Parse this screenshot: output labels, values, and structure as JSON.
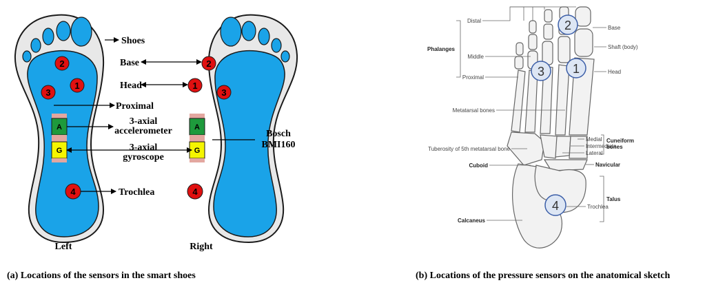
{
  "panel_a": {
    "caption": "(a) Locations of the sensors in the smart shoes",
    "label_left": "Left",
    "label_right": "Right",
    "callouts": {
      "shoes": "Shoes",
      "base": "Base",
      "head": "Head",
      "proximal": "Proximal",
      "accel_line1": "3-axial",
      "accel_line2": "accelerometer",
      "gyro_line1": "3-axial",
      "gyro_line2": "gyroscope",
      "trochlea": "Trochlea",
      "imu_line1": "Bosch",
      "imu_line2": "BMI160"
    },
    "chips": {
      "accelerometer": "A",
      "gyroscope": "G"
    },
    "sensor_numbers": {
      "s1": "1",
      "s2": "2",
      "s3": "3",
      "s4": "4"
    },
    "colors": {
      "shoe_fill": "#e8e8e8",
      "sole_fill": "#1aa3e8",
      "sensor_fill": "#e01010",
      "accel_fill": "#1e9a3c",
      "gyro_fill": "#f5f500",
      "spacer_fill": "#e3a7a0"
    }
  },
  "panel_b": {
    "caption": "(b) Locations of the pressure sensors on the anatomical sketch",
    "labels": {
      "distal": "Distal",
      "phalanges": "Phalanges",
      "middle": "Middle",
      "proximal": "Proximal",
      "metatarsal": "Metatarsal bones",
      "tuberosity": "Tuberosity of 5th metatarsal bone",
      "cuboid": "Cuboid",
      "calcaneus": "Calcaneus",
      "base": "Base",
      "shaft": "Shaft (body)",
      "head": "Head",
      "medial": "Medial",
      "intermediate": "Intermediate",
      "lateral": "Lateral",
      "cuneiform1": "Cuneiform",
      "cuneiform2": "bones",
      "navicular": "Navicular",
      "talus": "Talus",
      "trochlea": "Trochlea"
    },
    "markers": {
      "m1": "1",
      "m2": "2",
      "m3": "3",
      "m4": "4"
    },
    "colors": {
      "marker_fill": "#dde6f4",
      "marker_stroke": "#3b5ea8",
      "bone_stroke": "#666666"
    }
  }
}
